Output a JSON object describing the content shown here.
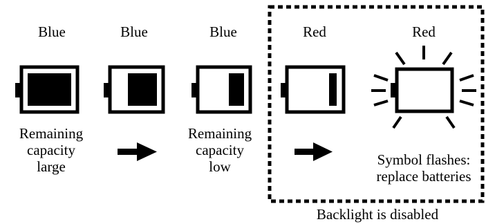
{
  "states": [
    {
      "color": "Blue",
      "level": "large"
    },
    {
      "color": "Blue",
      "level": "medium"
    },
    {
      "color": "Blue",
      "level": "low"
    },
    {
      "color": "Red",
      "level": "very-low"
    },
    {
      "color": "Red",
      "level": "empty-flashing"
    }
  ],
  "captions": {
    "remaining_large": [
      "Remaining",
      "capacity",
      "large"
    ],
    "remaining_low": [
      "Remaining",
      "capacity",
      "low"
    ],
    "symbol_flashes": [
      "Symbol flashes:",
      "replace batteries"
    ],
    "backlight_disabled": "Backlight is disabled"
  },
  "icons": {
    "arrow": "right-arrow-icon",
    "battery": "battery-icon"
  },
  "colors": {
    "ink": "#000000",
    "background": "#ffffff"
  }
}
